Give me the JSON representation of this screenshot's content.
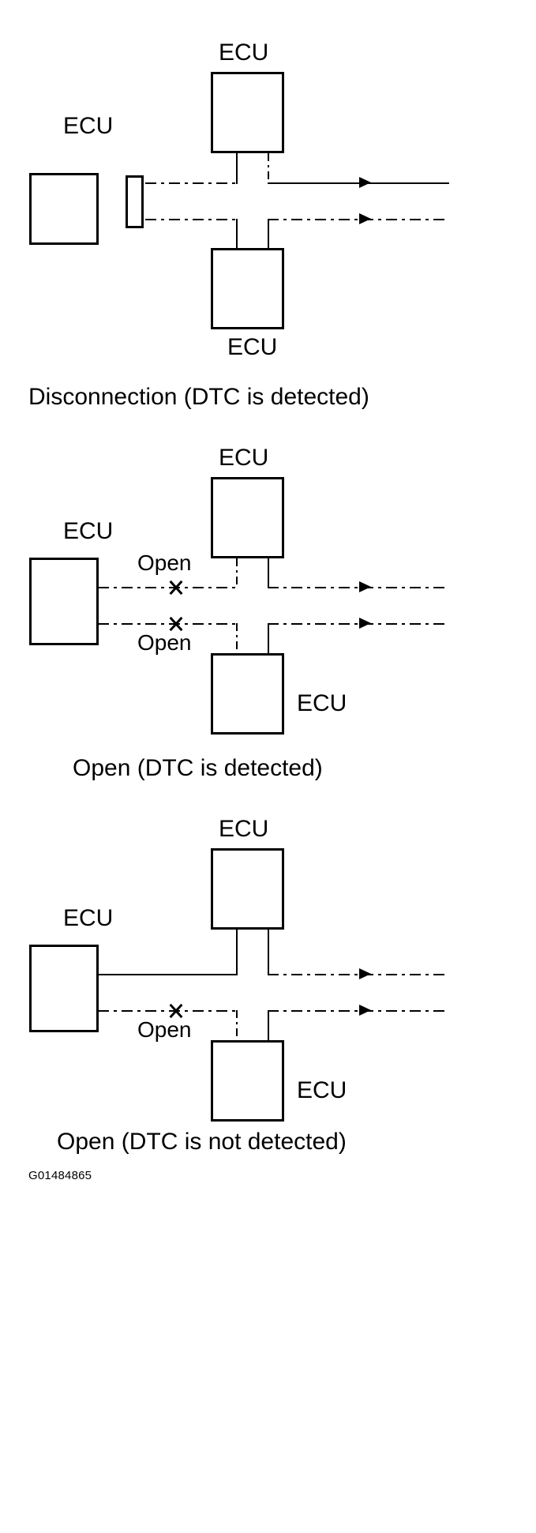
{
  "figure": {
    "id_label": "G01484865",
    "unit_label": "ECU",
    "open_label": "Open"
  },
  "diagrams": [
    {
      "name": "disconnection",
      "caption": "Disconnection (DTC is detected)",
      "left_unit_label": "ECU",
      "top_unit_label": "ECU",
      "bottom_unit_label": "ECU",
      "has_connector": true,
      "top_line_state": "dashed",
      "bottom_line_state": "dashed",
      "breaks": []
    },
    {
      "name": "open-detected",
      "caption": "Open (DTC is detected)",
      "left_unit_label": "ECU",
      "top_unit_label": "ECU",
      "bottom_unit_label": "ECU",
      "has_connector": false,
      "top_line_state": "dashed",
      "bottom_line_state": "dashed",
      "breaks": [
        {
          "line": "top",
          "label": "Open",
          "label_position": "above"
        },
        {
          "line": "bottom",
          "label": "Open",
          "label_position": "below"
        }
      ]
    },
    {
      "name": "open-not-detected",
      "caption": "Open (DTC is not detected)",
      "left_unit_label": "ECU",
      "top_unit_label": "ECU",
      "bottom_unit_label": "ECU",
      "has_connector": false,
      "top_line_state": "solid",
      "bottom_line_state": "dashed",
      "breaks": [
        {
          "line": "bottom",
          "label": "Open",
          "label_position": "below"
        }
      ]
    }
  ],
  "colors": {
    "ink": "#000000",
    "background": "#ffffff"
  }
}
